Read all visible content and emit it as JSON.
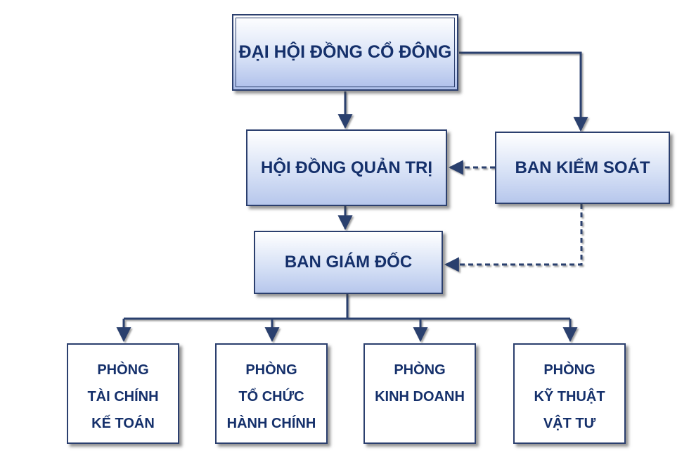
{
  "colors": {
    "border": "#2b3f6e",
    "text": "#15306b",
    "line": "#2b3f6e"
  },
  "nodes": {
    "shareholders": "ĐẠI HỘI ĐỒNG CỔ ĐÔNG",
    "board": "HỘI ĐỒNG QUẢN TRỊ",
    "supervisory": "BAN KIỂM SOÁT",
    "management": "BAN GIÁM ĐỐC"
  },
  "departments": [
    {
      "lines": [
        "PHÒNG",
        "TÀI CHÍNH",
        "KẾ TOÁN"
      ]
    },
    {
      "lines": [
        "PHÒNG",
        "TỔ CHỨC",
        "HÀNH CHÍNH"
      ]
    },
    {
      "lines": [
        "PHÒNG",
        "KINH DOANH"
      ]
    },
    {
      "lines": [
        "PHÒNG",
        "KỸ THUẬT",
        "VẬT TƯ"
      ]
    }
  ]
}
